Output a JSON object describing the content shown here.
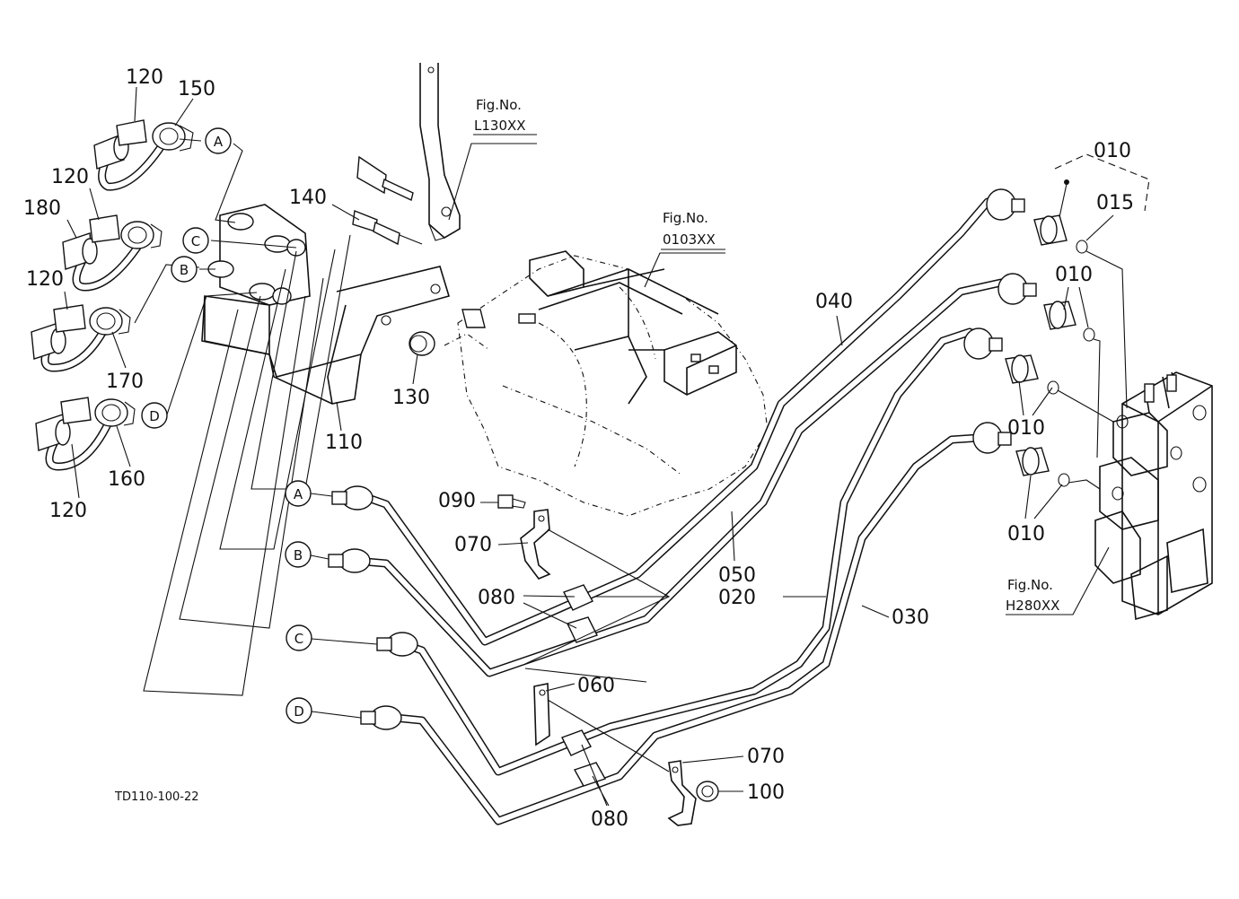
{
  "diagram_code": "TD110-100-22",
  "fig_refs": {
    "l130": {
      "line1": "Fig.No.",
      "line2": "L130XX"
    },
    "r0103": {
      "line1": "Fig.No.",
      "line2": "0103XX"
    },
    "h280": {
      "line1": "Fig.No.",
      "line2": "H280XX"
    }
  },
  "letters": {
    "a": "A",
    "b": "B",
    "c": "C",
    "d": "D"
  },
  "parts": {
    "p010": "010",
    "p015": "015",
    "p020": "020",
    "p030": "030",
    "p040": "040",
    "p050": "050",
    "p060": "060",
    "p070": "070",
    "p080": "080",
    "p090": "090",
    "p100": "100",
    "p110": "110",
    "p120": "120",
    "p130": "130",
    "p140": "140",
    "p150": "150",
    "p160": "160",
    "p170": "170",
    "p180": "180"
  }
}
